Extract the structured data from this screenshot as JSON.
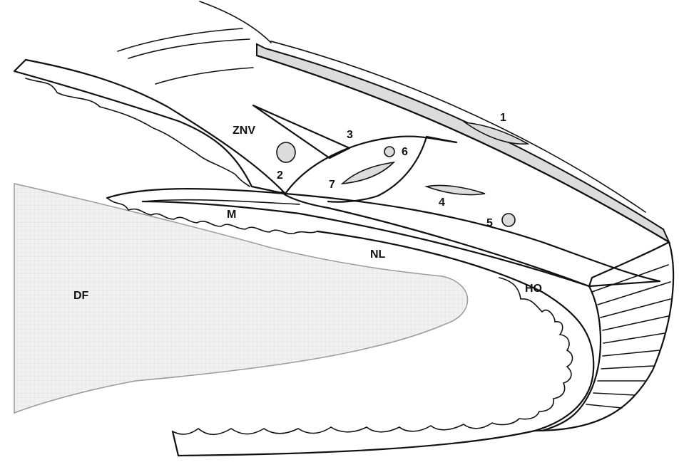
{
  "diagram": {
    "labels": {
      "znv": "ZNV",
      "m": "M",
      "nl": "NL",
      "df": "DF",
      "ho": "HO",
      "n1": "1",
      "n2": "2",
      "n3": "3",
      "n4": "4",
      "n5": "5",
      "n6": "6",
      "n7": "7"
    },
    "colors": {
      "line": "#111111",
      "fill_gray": "#dcdcdc",
      "fill_light": "#efefef",
      "background": "#ffffff"
    }
  }
}
